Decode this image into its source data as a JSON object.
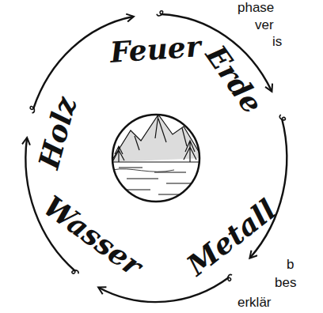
{
  "diagram": {
    "labels": [
      "Holz",
      "Feuer",
      "Erde",
      "Metall",
      "Wasser",
      "phase",
      "ver",
      "is",
      "b",
      "bes",
      "erklär"
    ]
  }
}
